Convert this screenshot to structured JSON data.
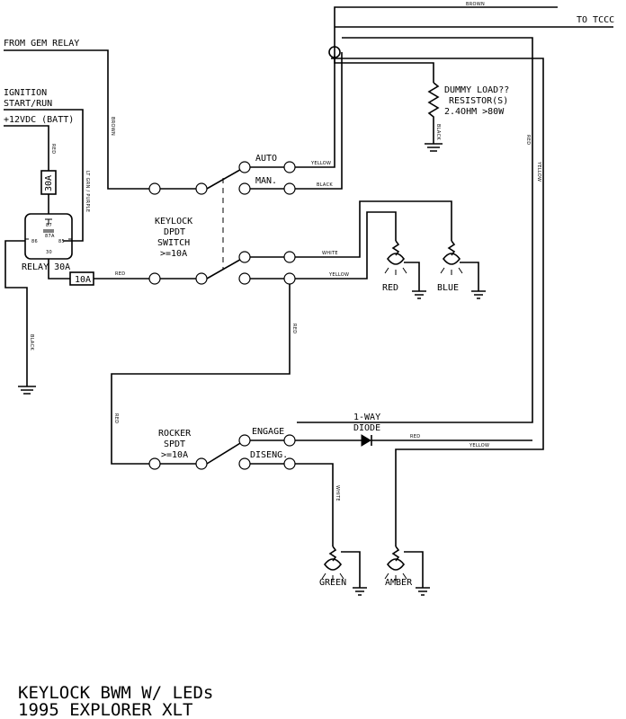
{
  "labels": {
    "from_gem_relay": "FROM GEM RELAY",
    "ignition_line1": "IGNITION",
    "ignition_line2": "START/RUN",
    "batt": "+12VDC (BATT)",
    "to_tccc": "TO TCCC",
    "dummy_load_1": "DUMMY LOAD??",
    "dummy_load_2": "RESISTOR(S)",
    "dummy_load_3": "2.4OHM >80W",
    "auto": "AUTO",
    "man": "MAN.",
    "keylock_1": "KEYLOCK",
    "keylock_2": "DPDT",
    "keylock_3": "SWITCH",
    "keylock_4": ">=10A",
    "relay": "RELAY 30A",
    "fuse_30a": "30A",
    "fuse_10a": "10A",
    "pin_87": "87",
    "pin_87a": "87A",
    "pin_86": "86",
    "pin_85": "85",
    "pin_30": "30",
    "red_led": "RED",
    "blue_led": "BLUE",
    "rocker_1": "ROCKER",
    "rocker_2": "SPDT",
    "rocker_3": ">=10A",
    "engage": "ENGAGE",
    "diseng": "DISENG.",
    "diode_1": "1-WAY",
    "diode_2": "DIODE",
    "green_led": "GREEN",
    "amber_led": "AMBER"
  },
  "wire_colors": {
    "brown": "BROWN",
    "brown_top": "BROWN",
    "yellow_auto": "YELLOW",
    "black_man": "BLACK",
    "white_top": "WHITE",
    "yellow_mid": "YELLOW",
    "red_fuse": "RED",
    "red_ign": "RED",
    "lt_grn_purple": "LT GRN / PURPLE",
    "black_relay": "BLACK",
    "black_resistor": "BLACK",
    "red_right": "RED",
    "yellow_right": "YELLOW",
    "red_mid": "RED",
    "red_left": "RED",
    "red_diode": "RED",
    "yellow_bottom": "YELLOW",
    "white_green": "WHITE"
  },
  "title": {
    "line1": "KEYLOCK BWM W/ LEDs",
    "line2": "1995 EXPLORER XLT"
  }
}
